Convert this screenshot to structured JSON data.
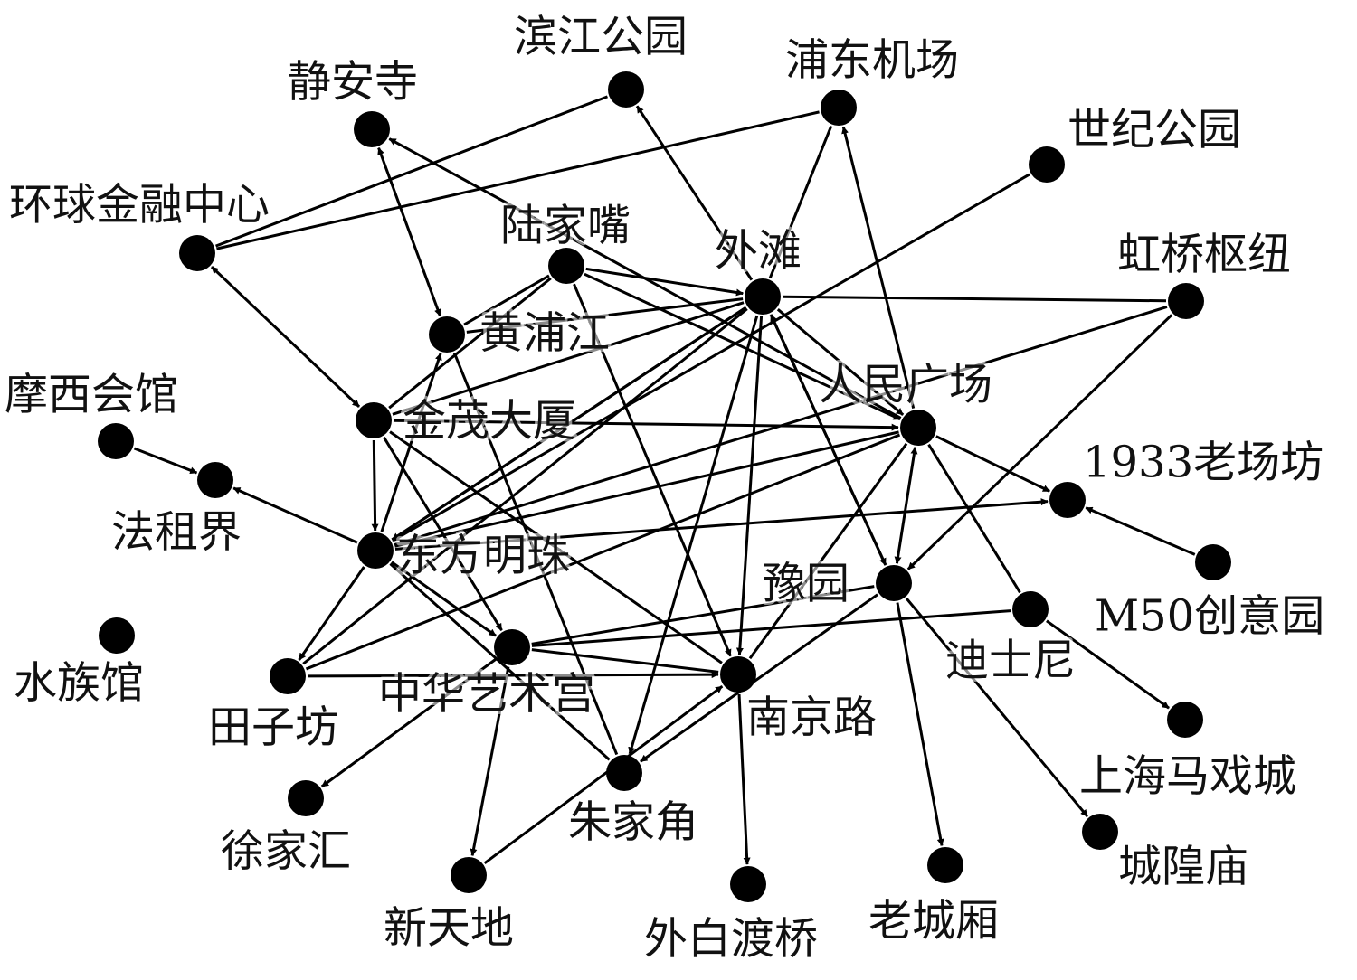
{
  "diagram": {
    "type": "directed-network",
    "colors": {
      "node": "#000000",
      "edge": "#000000",
      "label": "#111111",
      "background": "#ffffff"
    },
    "nodes": [
      {
        "id": "binjiang",
        "label": "滨江公园"
      },
      {
        "id": "pudong_airport",
        "label": "浦东机场"
      },
      {
        "id": "jingan",
        "label": "静安寺"
      },
      {
        "id": "century_park",
        "label": "世纪公园"
      },
      {
        "id": "swfc",
        "label": "环球金融中心"
      },
      {
        "id": "lujiazui",
        "label": "陆家嘴"
      },
      {
        "id": "bund",
        "label": "外滩"
      },
      {
        "id": "hongqiao",
        "label": "虹桥枢纽"
      },
      {
        "id": "huangpu",
        "label": "黄浦江"
      },
      {
        "id": "peoples_square",
        "label": "人民广场"
      },
      {
        "id": "moller",
        "label": "摩西会馆"
      },
      {
        "id": "jinmao",
        "label": "金茂大厦"
      },
      {
        "id": "laochangfang",
        "label": "1933老场坊"
      },
      {
        "id": "french_concession",
        "label": "法租界"
      },
      {
        "id": "oriental_pearl",
        "label": "东方明珠"
      },
      {
        "id": "m50",
        "label": "M50创意园"
      },
      {
        "id": "yuyuan",
        "label": "豫园"
      },
      {
        "id": "aquarium",
        "label": "水族馆"
      },
      {
        "id": "disney",
        "label": "迪士尼"
      },
      {
        "id": "tianzifang",
        "label": "田子坊"
      },
      {
        "id": "china_art_palace",
        "label": "中华艺术宫"
      },
      {
        "id": "nanjing_road",
        "label": "南京路"
      },
      {
        "id": "circus",
        "label": "上海马戏城"
      },
      {
        "id": "xujiahui",
        "label": "徐家汇"
      },
      {
        "id": "zhujiajiao",
        "label": "朱家角"
      },
      {
        "id": "chenghuang",
        "label": "城隍庙"
      },
      {
        "id": "xintiandi",
        "label": "新天地"
      },
      {
        "id": "waibaidu",
        "label": "外白渡桥"
      },
      {
        "id": "laochengxiang",
        "label": "老城厢"
      }
    ],
    "edges": [
      {
        "from": "binjiang",
        "to": "swfc",
        "direction": "none"
      },
      {
        "from": "pudong_airport",
        "to": "swfc",
        "direction": "none"
      },
      {
        "from": "bund",
        "to": "binjiang",
        "direction": "forward"
      },
      {
        "from": "bund",
        "to": "pudong_airport",
        "direction": "none"
      },
      {
        "from": "peoples_square",
        "to": "pudong_airport",
        "direction": "forward"
      },
      {
        "from": "swfc",
        "to": "jinmao",
        "direction": "both"
      },
      {
        "from": "jingan",
        "to": "huangpu",
        "direction": "both"
      },
      {
        "from": "peoples_square",
        "to": "jingan",
        "direction": "forward"
      },
      {
        "from": "century_park",
        "to": "oriental_pearl",
        "direction": "forward"
      },
      {
        "from": "lujiazui",
        "to": "bund",
        "direction": "forward"
      },
      {
        "from": "lujiazui",
        "to": "peoples_square",
        "direction": "forward"
      },
      {
        "from": "lujiazui",
        "to": "nanjing_road",
        "direction": "forward"
      },
      {
        "from": "lujiazui",
        "to": "huangpu",
        "direction": "none"
      },
      {
        "from": "lujiazui",
        "to": "jinmao",
        "direction": "none"
      },
      {
        "from": "huangpu",
        "to": "bund",
        "direction": "none"
      },
      {
        "from": "bund",
        "to": "hongqiao",
        "direction": "none"
      },
      {
        "from": "jinmao",
        "to": "bund",
        "direction": "none"
      },
      {
        "from": "oriental_pearl",
        "to": "bund",
        "direction": "none"
      },
      {
        "from": "bund",
        "to": "oriental_pearl",
        "direction": "forward"
      },
      {
        "from": "tianzifang",
        "to": "bund",
        "direction": "none"
      },
      {
        "from": "bund",
        "to": "zhujiajiao",
        "direction": "forward"
      },
      {
        "from": "bund",
        "to": "nanjing_road",
        "direction": "forward"
      },
      {
        "from": "bund",
        "to": "yuyuan",
        "direction": "forward"
      },
      {
        "from": "yuyuan",
        "to": "bund",
        "direction": "forward"
      },
      {
        "from": "bund",
        "to": "peoples_square",
        "direction": "forward"
      },
      {
        "from": "hongqiao",
        "to": "oriental_pearl",
        "direction": "none"
      },
      {
        "from": "hongqiao",
        "to": "yuyuan",
        "direction": "forward"
      },
      {
        "from": "jinmao",
        "to": "peoples_square",
        "direction": "forward"
      },
      {
        "from": "jinmao",
        "to": "oriental_pearl",
        "direction": "forward"
      },
      {
        "from": "jinmao",
        "to": "china_art_palace",
        "direction": "forward"
      },
      {
        "from": "jinmao",
        "to": "nanjing_road",
        "direction": "none"
      },
      {
        "from": "huangpu",
        "to": "zhujiajiao",
        "direction": "none"
      },
      {
        "from": "oriental_pearl",
        "to": "huangpu",
        "direction": "forward"
      },
      {
        "from": "oriental_pearl",
        "to": "peoples_square",
        "direction": "none"
      },
      {
        "from": "oriental_pearl",
        "to": "laochangfang",
        "direction": "forward"
      },
      {
        "from": "oriental_pearl",
        "to": "french_concession",
        "direction": "forward"
      },
      {
        "from": "oriental_pearl",
        "to": "tianzifang",
        "direction": "forward"
      },
      {
        "from": "oriental_pearl",
        "to": "china_art_palace",
        "direction": "forward"
      },
      {
        "from": "oriental_pearl",
        "to": "zhujiajiao",
        "direction": "none"
      },
      {
        "from": "moller",
        "to": "french_concession",
        "direction": "forward"
      },
      {
        "from": "peoples_square",
        "to": "laochangfang",
        "direction": "forward"
      },
      {
        "from": "peoples_square",
        "to": "tianzifang",
        "direction": "none"
      },
      {
        "from": "peoples_square",
        "to": "nanjing_road",
        "direction": "none"
      },
      {
        "from": "peoples_square",
        "to": "yuyuan",
        "direction": "both"
      },
      {
        "from": "peoples_square",
        "to": "disney",
        "direction": "none"
      },
      {
        "from": "m50",
        "to": "laochangfang",
        "direction": "forward"
      },
      {
        "from": "yuyuan",
        "to": "china_art_palace",
        "direction": "none"
      },
      {
        "from": "yuyuan",
        "to": "zhujiajiao",
        "direction": "forward"
      },
      {
        "from": "yuyuan",
        "to": "chenghuang",
        "direction": "forward"
      },
      {
        "from": "yuyuan",
        "to": "laochengxiang",
        "direction": "forward"
      },
      {
        "from": "disney",
        "to": "china_art_palace",
        "direction": "none"
      },
      {
        "from": "disney",
        "to": "circus",
        "direction": "forward"
      },
      {
        "from": "tianzifang",
        "to": "nanjing_road",
        "direction": "forward"
      },
      {
        "from": "china_art_palace",
        "to": "nanjing_road",
        "direction": "none"
      },
      {
        "from": "china_art_palace",
        "to": "xujiahui",
        "direction": "forward"
      },
      {
        "from": "china_art_palace",
        "to": "xintiandi",
        "direction": "forward"
      },
      {
        "from": "nanjing_road",
        "to": "waibaidu",
        "direction": "forward"
      },
      {
        "from": "xintiandi",
        "to": "nanjing_road",
        "direction": "forward"
      }
    ]
  }
}
